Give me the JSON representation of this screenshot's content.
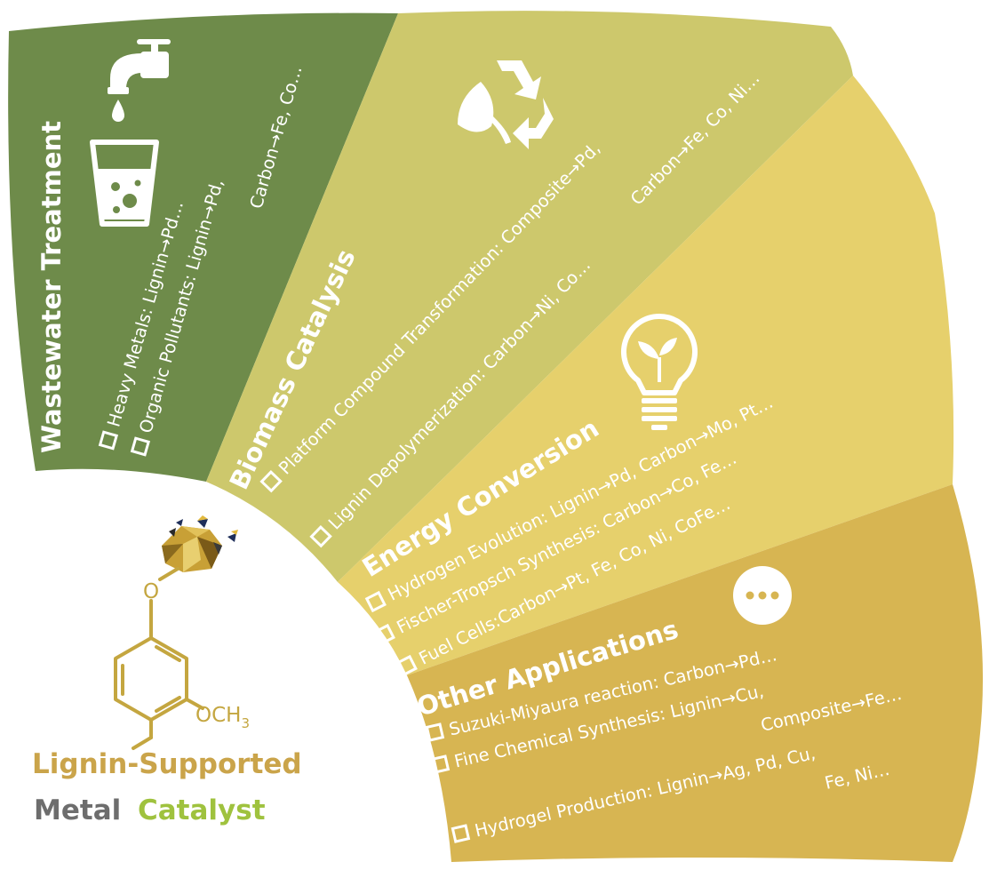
{
  "colors": {
    "wastewater": "#6e8b4a",
    "biomass": "#cdc86c",
    "energy": "#e6d06c",
    "other": "#d7b552",
    "lignin_text": "#caa44a",
    "metal_text": "#6d6d6d",
    "catalyst_text": "#9fc23e",
    "molecule": "#c4a640"
  },
  "icons": {
    "wastewater": [
      "faucet-icon",
      "water-glass-icon"
    ],
    "biomass": [
      "recycle-leaf-icon"
    ],
    "energy": [
      "lightbulb-plant-icon"
    ],
    "other": [
      "more-dots-icon"
    ]
  },
  "wastewater": {
    "title": "Wastewater Treatment",
    "items": [
      "Heavy Metals: Lignin→Pd…",
      "Organic Pollutants: Lignin→Pd,",
      "Carbon→Fe, Co…"
    ]
  },
  "biomass": {
    "title": "Biomass Catalysis",
    "items": [
      "Platform Compound Transformation: Composite→Pd,",
      "Carbon→Fe, Co, Ni…",
      "Lignin Depolymerization: Carbon→Ni, Co…"
    ]
  },
  "energy": {
    "title": "Energy Conversion",
    "items": [
      "Hydrogen Evolution: Lignin→Pd, Carbon→Mo, Pt…",
      "Fischer-Tropsch Synthesis: Carbon→Co, Fe…",
      "Fuel Cells:Carbon→Pt, Fe, Co, Ni, CoFe…"
    ]
  },
  "other": {
    "title": "Other Applications",
    "items": [
      "Suzuki-Miyaura reaction: Carbon→Pd…",
      "Fine Chemical Synthesis: Lignin→Cu,",
      "Composite→Fe…",
      "Hydrogel Production: Lignin→Ag, Pd, Cu,",
      "Fe, Ni…"
    ]
  },
  "catalyst": {
    "line1": "Lignin-Supported",
    "word_metal": "Metal",
    "word_catalyst": "Catalyst",
    "och3": "OCH",
    "och3_sub": "3"
  }
}
